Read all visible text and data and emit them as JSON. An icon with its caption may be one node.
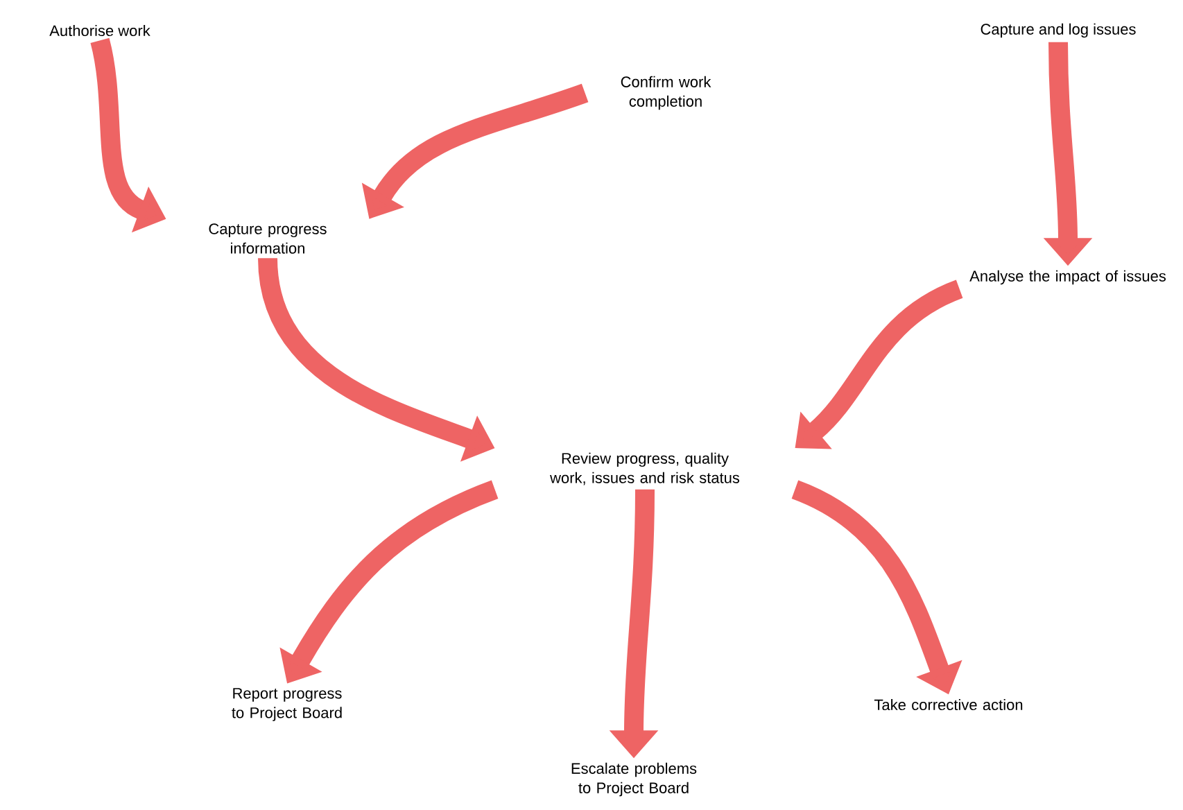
{
  "diagram": {
    "nodes": [
      {
        "text": [
          "Authorise work"
        ]
      },
      {
        "text": [
          "Confirm work completion"
        ]
      },
      {
        "text": [
          "Capture and log issues"
        ]
      },
      {
        "text": [
          "Capture progress information"
        ]
      },
      {
        "text": [
          "Analyse the impact of issues"
        ]
      },
      {
        "text": [
          "Review progress, quality work, issues and risk status"
        ]
      },
      {
        "text": [
          "Report progress to Project Board"
        ]
      },
      {
        "text": [
          "Escalate problems to Project Board"
        ]
      },
      {
        "text": [
          "Take corrective action"
        ]
      }
    ],
    "edges": [
      {
        "from": 0,
        "to": 3,
        "arrow": "to"
      },
      {
        "from": 1,
        "to": 3,
        "arrow": "to"
      },
      {
        "from": 2,
        "to": 4,
        "arrow": "to"
      },
      {
        "from": 3,
        "to": 5,
        "arrow": "to"
      },
      {
        "from": 4,
        "to": 5,
        "arrow": "to"
      },
      {
        "from": 5,
        "to": 6,
        "arrow": "to"
      },
      {
        "from": 5,
        "to": 7,
        "arrow": "to"
      },
      {
        "from": 5,
        "to": 8,
        "arrow": "to"
      }
    ]
  }
}
